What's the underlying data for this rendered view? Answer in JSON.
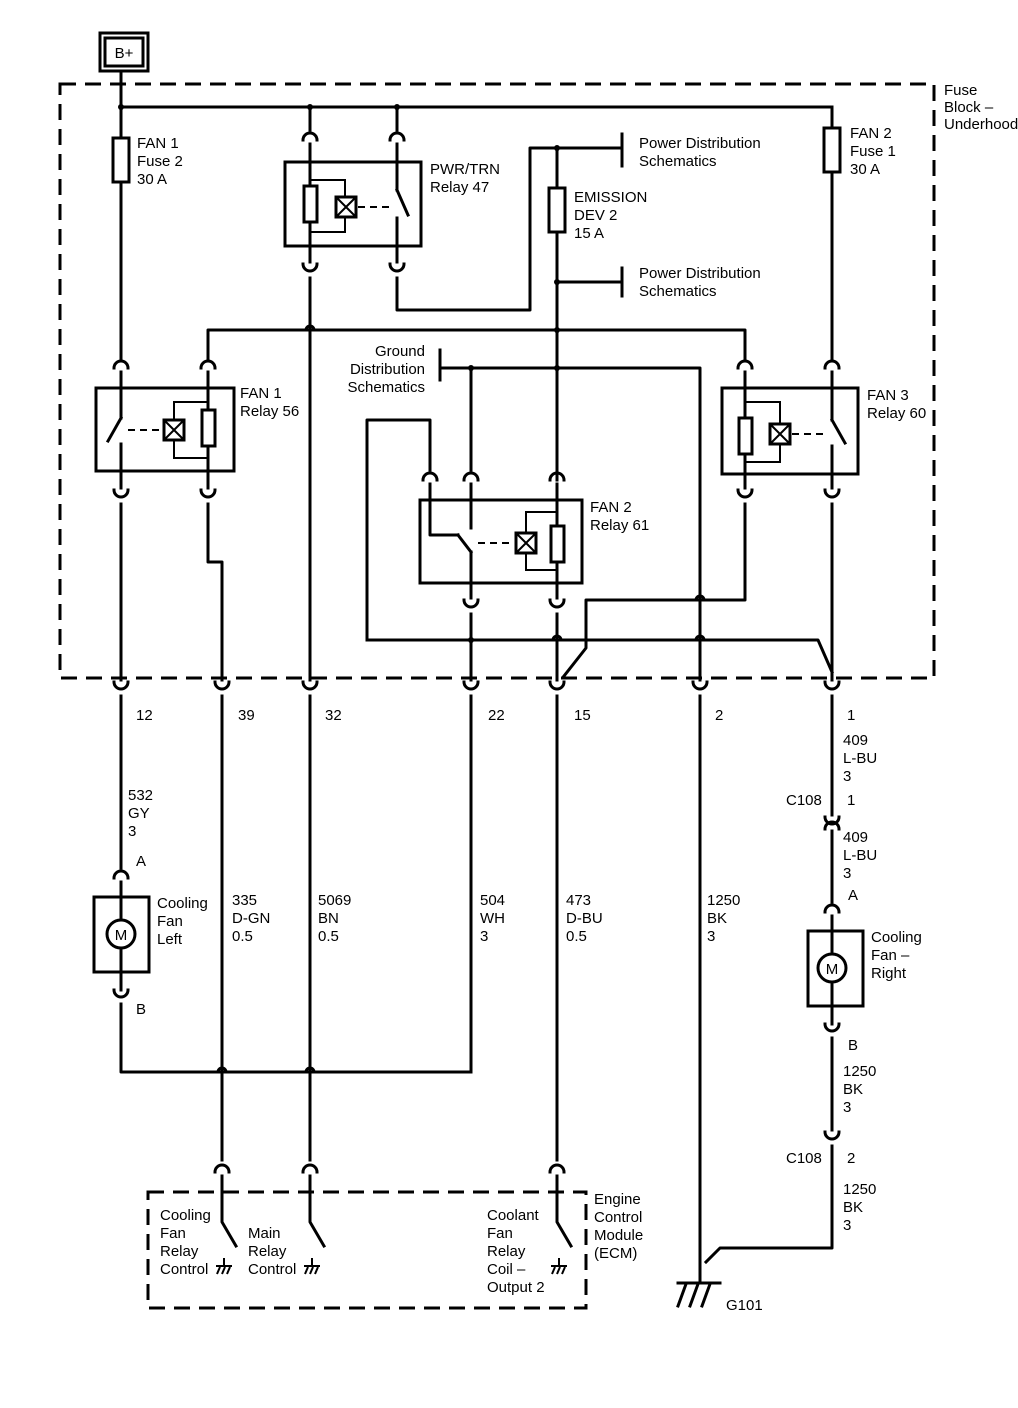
{
  "power_source": "B+",
  "fuse_block": {
    "line1": "Fuse",
    "line2": "Block –",
    "line3": "Underhood"
  },
  "fuses": {
    "fan1": {
      "l1": "FAN 1",
      "l2": "Fuse 2",
      "l3": "30 A"
    },
    "fan2": {
      "l1": "FAN 2",
      "l2": "Fuse 1",
      "l3": "30 A"
    },
    "emission": {
      "l1": "EMISSION",
      "l2": "DEV 2",
      "l3": "15 A"
    }
  },
  "relays": {
    "pwr_trn": {
      "l1": "PWR/TRN",
      "l2": "Relay 47"
    },
    "fan1": {
      "l1": "FAN 1",
      "l2": "Relay 56"
    },
    "fan2": {
      "l1": "FAN 2",
      "l2": "Relay 61"
    },
    "fan3": {
      "l1": "FAN 3",
      "l2": "Relay 60"
    }
  },
  "references": {
    "pds1": {
      "l1": "Power Distribution",
      "l2": "Schematics"
    },
    "pds2": {
      "l1": "Power Distribution",
      "l2": "Schematics"
    },
    "gds": {
      "l1": "Ground",
      "l2": "Distribution",
      "l3": "Schematics"
    }
  },
  "pins": [
    "12",
    "39",
    "32",
    "22",
    "15",
    "2",
    "1"
  ],
  "wires": {
    "w532": [
      "532",
      "GY",
      "3"
    ],
    "w335": [
      "335",
      "D-GN",
      "0.5"
    ],
    "w5069": [
      "5069",
      "BN",
      "0.5"
    ],
    "w504": [
      "504",
      "WH",
      "3"
    ],
    "w473": [
      "473",
      "D-BU",
      "0.5"
    ],
    "w1250": [
      "1250",
      "BK",
      "3"
    ],
    "w409a": [
      "409",
      "L-BU",
      "3"
    ],
    "w409b": [
      "409",
      "L-BU",
      "3"
    ],
    "w1250b": [
      "1250",
      "BK",
      "3"
    ],
    "w1250c": [
      "1250",
      "BK",
      "3"
    ]
  },
  "connectors": {
    "c108a": {
      "name": "C108",
      "pin": "1"
    },
    "c108b": {
      "name": "C108",
      "pin": "2"
    }
  },
  "motors": {
    "left": {
      "l1": "Cooling",
      "l2": "Fan",
      "l3": "Left",
      "pin_a": "A",
      "pin_b": "B",
      "symbol": "M"
    },
    "right": {
      "l1": "Cooling",
      "l2": "Fan –",
      "l3": "Right",
      "pin_a": "A",
      "pin_b": "B",
      "symbol": "M"
    }
  },
  "ecm": {
    "title": [
      "Engine",
      "Control",
      "Module",
      "(ECM)"
    ],
    "cooling": [
      "Cooling",
      "Fan",
      "Relay",
      "Control"
    ],
    "main": [
      "Main",
      "Relay",
      "Control"
    ],
    "coolant": [
      "Coolant",
      "Fan",
      "Relay",
      "Coil –",
      "Output 2"
    ]
  },
  "ground": "G101"
}
